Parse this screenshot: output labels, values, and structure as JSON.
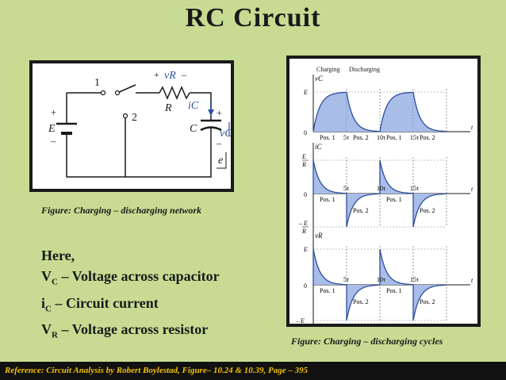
{
  "title": "RC Circuit",
  "circuit": {
    "caption": "Figure: Charging – discharging network",
    "label_E": "E",
    "label_R": "R",
    "label_C": "C",
    "label_vR": "vR",
    "label_iC": "iC",
    "label_vC": "vC",
    "label_e": "e",
    "switch_pos_1": "1",
    "switch_pos_2": "2",
    "plus": "+",
    "minus": "–"
  },
  "waveforms": {
    "caption": "Figure: Charging – discharging cycles",
    "header_charging": "Charging",
    "header_discharging": "Discharging",
    "axis_t": "t",
    "origin": "0",
    "vc_label": "vC",
    "ic_label": "iC",
    "vr_label": "vR",
    "E": "E",
    "R": "R",
    "neg_E": "– E",
    "tick_5tau": "5τ",
    "tick_10tau": "10τ",
    "tick_15tau": "15τ",
    "pos1": "Pos. 1",
    "pos2": "Pos. 2"
  },
  "definitions": {
    "here": "Here,",
    "vc_sym": "V",
    "vc_sub": "C",
    "vc_text": " – Voltage across capacitor",
    "ic_sym": "i",
    "ic_sub": "C",
    "ic_text": " – Circuit current",
    "vr_sym": "V",
    "vr_sub": "R",
    "vr_text": " – Voltage across resistor"
  },
  "footer": {
    "reference": "Reference: Circuit Analysis by Robert Boylestad, Figure– 10.24 & 10.39, Page – 395"
  },
  "colors": {
    "background": "#c7dc92",
    "frame": "#1a1a1a",
    "curve_fill": "#a9bde9",
    "curve_stroke": "#2d4f9e",
    "footer_text": "#f2c200"
  }
}
